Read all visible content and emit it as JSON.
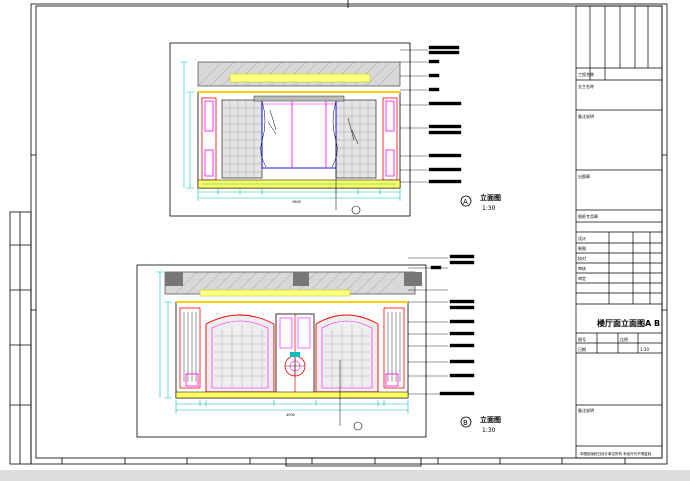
{
  "elevation_a": {
    "title": "立面图",
    "scale": "1:30",
    "marker": "A",
    "total_dim": "3600"
  },
  "elevation_b": {
    "title": "立面图",
    "scale": "1:30",
    "marker": "B",
    "total_dim": "4900"
  },
  "title_block": {
    "drawing_title": "楼厅面立面图A  B",
    "label_project": "工程名称",
    "label_client": "业主名称",
    "label_remarks": "备注说明",
    "label_stamp": "出图章",
    "label_designer": "设计",
    "label_drawn": "制图",
    "label_check": "校对",
    "label_review": "审核",
    "label_approve": "审定",
    "label_drawing_no": "图号",
    "label_scale": "比例",
    "label_date": "日期",
    "label_seal": "图纸专用章",
    "scale_value": "1:30",
    "footer_note": "本图纸版权归设计单位所有 未经许可不得复制"
  },
  "colors": {
    "line": "#000000",
    "magenta": "#ff00ff",
    "red": "#ff0000",
    "cyan": "#00c0c0",
    "blue": "#0000ff",
    "yellow": "#ffff00",
    "paper": "#ffffff"
  }
}
